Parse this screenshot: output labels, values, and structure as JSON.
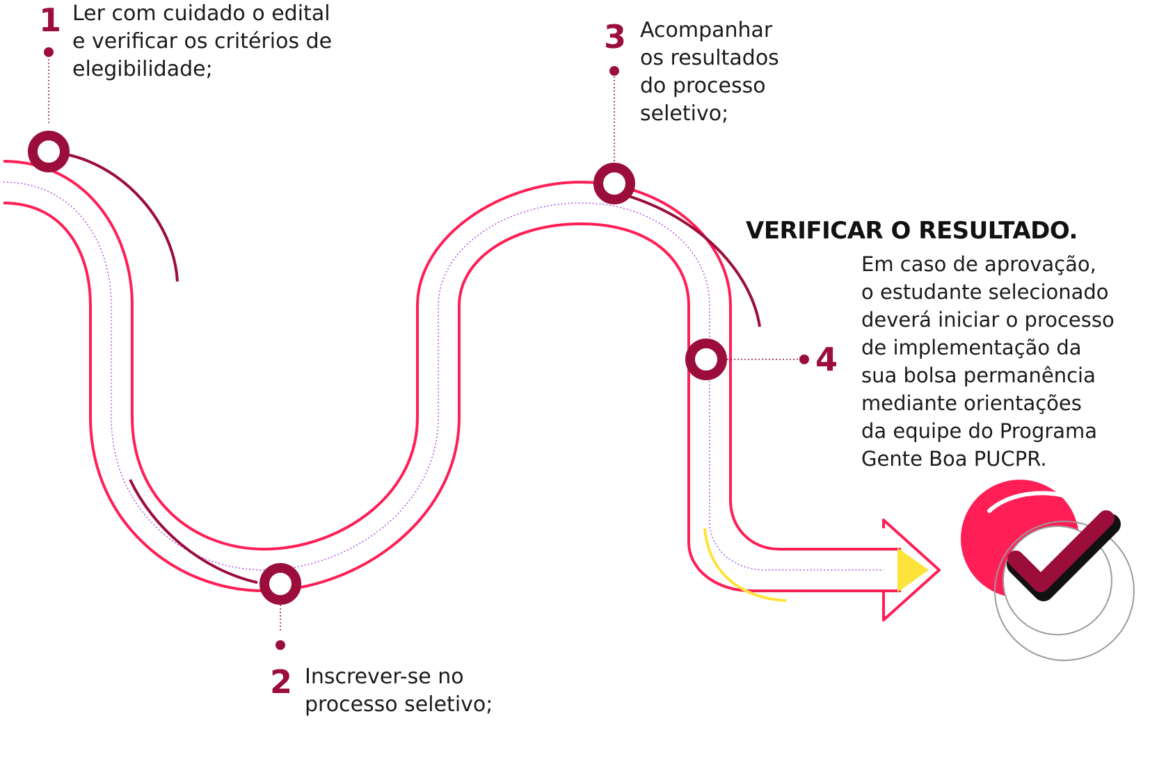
{
  "colors": {
    "path_red": "#ff1e56",
    "dark_red": "#9b0d3b",
    "dotted_purple": "#b04ee8",
    "yellow": "#ffe23a",
    "check_pink": "#ff1e56"
  },
  "icons": {
    "step_marker": "ring-marker-icon",
    "arrow": "arrow-right-icon",
    "check": "checkmark-icon"
  },
  "steps": [
    {
      "number": "1",
      "lines": [
        "Ler com cuidado o edital",
        "e verificar os critérios de",
        "elegibilidade;"
      ]
    },
    {
      "number": "2",
      "lines": [
        "Inscrever-se no",
        "processo seletivo;"
      ]
    },
    {
      "number": "3",
      "lines": [
        "Acompanhar",
        "os resultados",
        "do processo",
        "seletivo;"
      ]
    },
    {
      "number": "4",
      "heading": "VERIFICAR O RESULTADO.",
      "lines": [
        "Em caso de aprovação,",
        "o estudante selecionado",
        "deverá iniciar o processo",
        "de implementação da",
        "sua bolsa permanência",
        "mediante orientações",
        "da equipe do Programa",
        "Gente Boa PUCPR."
      ]
    }
  ]
}
